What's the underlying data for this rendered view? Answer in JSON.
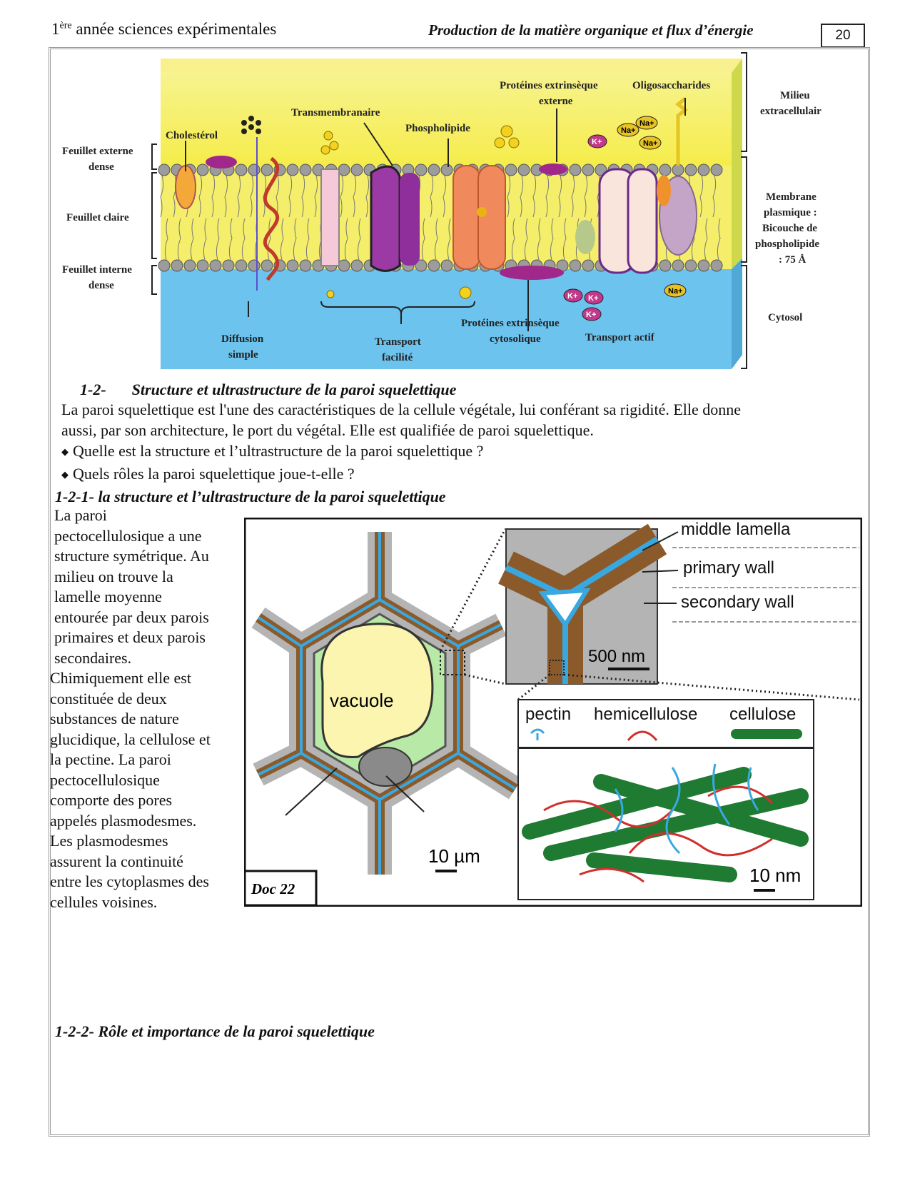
{
  "header": {
    "level": "1",
    "level_sup": "ère",
    "level_rest": " année sciences expérimentales",
    "chapter": "Production de la matière organique et flux d’énergie",
    "page_number": "20"
  },
  "membrane_figure": {
    "labels": {
      "cholesterol": "Cholestérol",
      "transmembranaire": "Transmembranaire",
      "phospholipide": "Phospholipide",
      "prot_ext_externe_1": "Protéines  extrinsèque",
      "prot_ext_externe_2": "externe",
      "oligosaccharides": "Oligosaccharides",
      "milieu_1": "Milieu",
      "milieu_2": "extracellulair",
      "feuillet_externe_1": "Feuillet externe",
      "feuillet_externe_2": "dense",
      "feuillet_claire": "Feuillet claire",
      "feuillet_interne_1": "Feuillet interne",
      "feuillet_interne_2": "dense",
      "membrane_1": "Membrane",
      "membrane_2": "plasmique :",
      "membrane_3": "Bicouche de",
      "membrane_4": "phospholipide",
      "membrane_5": ": 75 Å",
      "cytosol": "Cytosol",
      "diffusion_1": "Diffusion",
      "diffusion_2": "simple",
      "transport_fac_1": "Transport",
      "transport_fac_2": "facilité",
      "prot_ext_cyto_1": "Protéines  extrinsèque",
      "prot_ext_cyto_2": "cytosolique",
      "transport_actif": "Transport actif",
      "ion_k": "K+",
      "ion_na": "Na+"
    }
  },
  "section_1_2": {
    "number": "1-2-",
    "title": "Structure et ultrastructure de la paroi squelettique",
    "para_line1": "La paroi squelettique est l'une des caractéristiques de la cellule végétale, lui conférant sa rigidité. Elle donne",
    "para_line2": "aussi, par son architecture, le port du végétal. Elle est qualifiée de paroi squelettique.",
    "q1": "Quelle est la structure et l’ultrastructure de la paroi squelettique ?",
    "q2": "Quels rôles la paroi squelettique joue-t-elle ?"
  },
  "section_1_2_1": {
    "title": "1-2-1- la structure et l’ultrastructure de la paroi squelettique",
    "lines": [
      "La paroi",
      "pectocellulosique a une",
      "structure symétrique.  Au",
      "milieu on trouve la",
      "lamelle moyenne",
      "entourée par deux parois",
      "primaires et deux parois",
      "secondaires.",
      "Chimiquement elle est",
      "constituée de deux",
      "substances de nature",
      "glucidique, la cellulose et",
      "la pectine. La paroi",
      "pectocellulosique",
      "comporte des pores",
      "appelés plasmodesmes.",
      "Les plasmodesmes",
      "assurent la continuité",
      "entre les cytoplasmes des",
      "cellules voisines."
    ]
  },
  "doc22": {
    "label": "Doc 22",
    "vacuole": "vacuole",
    "scale_cell": "10 µm",
    "middle_lamella": "middle lamella",
    "primary_wall": "primary wall",
    "secondary_wall": "secondary wall",
    "scale_wall": "500 nm",
    "pectin": "pectin",
    "hemicellulose": "hemicellulose",
    "cellulose": "cellulose",
    "scale_fibril": "10 nm"
  },
  "section_1_2_2": {
    "title": "1-2-2- Rôle et importance de la paroi squelettique"
  },
  "colors": {
    "extracellular": "#f5ef6e",
    "cytosol": "#6cc3ee",
    "wall_brown": "#8b5a2b",
    "pectin_blue": "#3aa8e0",
    "cellulose_green": "#1f7a32",
    "hemicellulose_red": "#d0302c"
  }
}
